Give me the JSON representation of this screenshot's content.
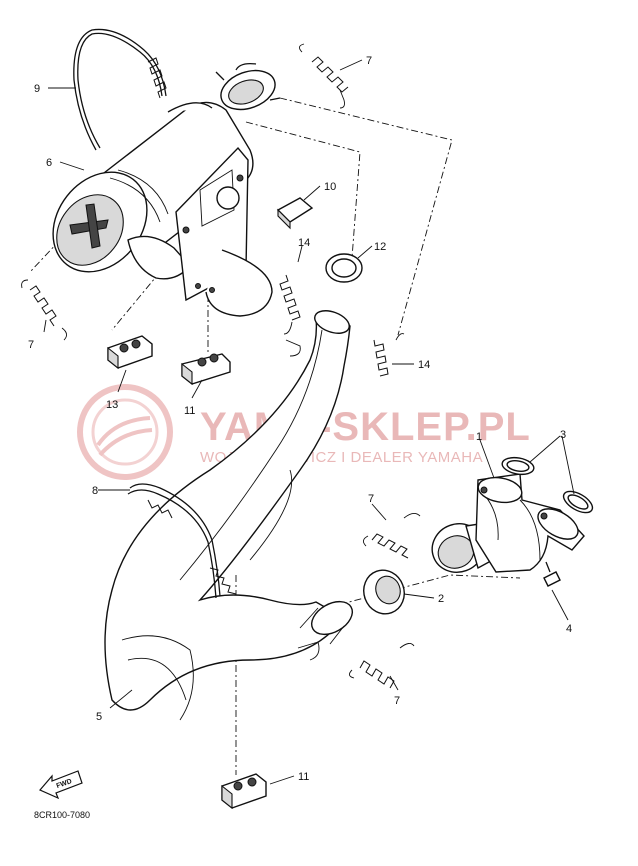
{
  "callouts": [
    {
      "id": "c1",
      "label": "1"
    },
    {
      "id": "c2",
      "label": "2"
    },
    {
      "id": "c3",
      "label": "3"
    },
    {
      "id": "c4",
      "label": "4"
    },
    {
      "id": "c5",
      "label": "5"
    },
    {
      "id": "c6",
      "label": "6"
    },
    {
      "id": "c7a",
      "label": "7"
    },
    {
      "id": "c7b",
      "label": "7"
    },
    {
      "id": "c7c",
      "label": "7"
    },
    {
      "id": "c7d",
      "label": "7"
    },
    {
      "id": "c8",
      "label": "8"
    },
    {
      "id": "c9",
      "label": "9"
    },
    {
      "id": "c10",
      "label": "10"
    },
    {
      "id": "c11a",
      "label": "11"
    },
    {
      "id": "c11b",
      "label": "11"
    },
    {
      "id": "c12",
      "label": "12"
    },
    {
      "id": "c13",
      "label": "13"
    },
    {
      "id": "c14a",
      "label": "14"
    },
    {
      "id": "c14b",
      "label": "14"
    }
  ],
  "diagram_code": "8CR100-7080",
  "fwd_mark": "FWD",
  "watermark": {
    "title": "YAMA-SKLEP.PL",
    "subtitle": "WOJCIECHOWICZ I DEALER YAMAHA"
  },
  "colors": {
    "ink": "#111111",
    "watermark": "#e9b8b8",
    "background": "#ffffff"
  }
}
